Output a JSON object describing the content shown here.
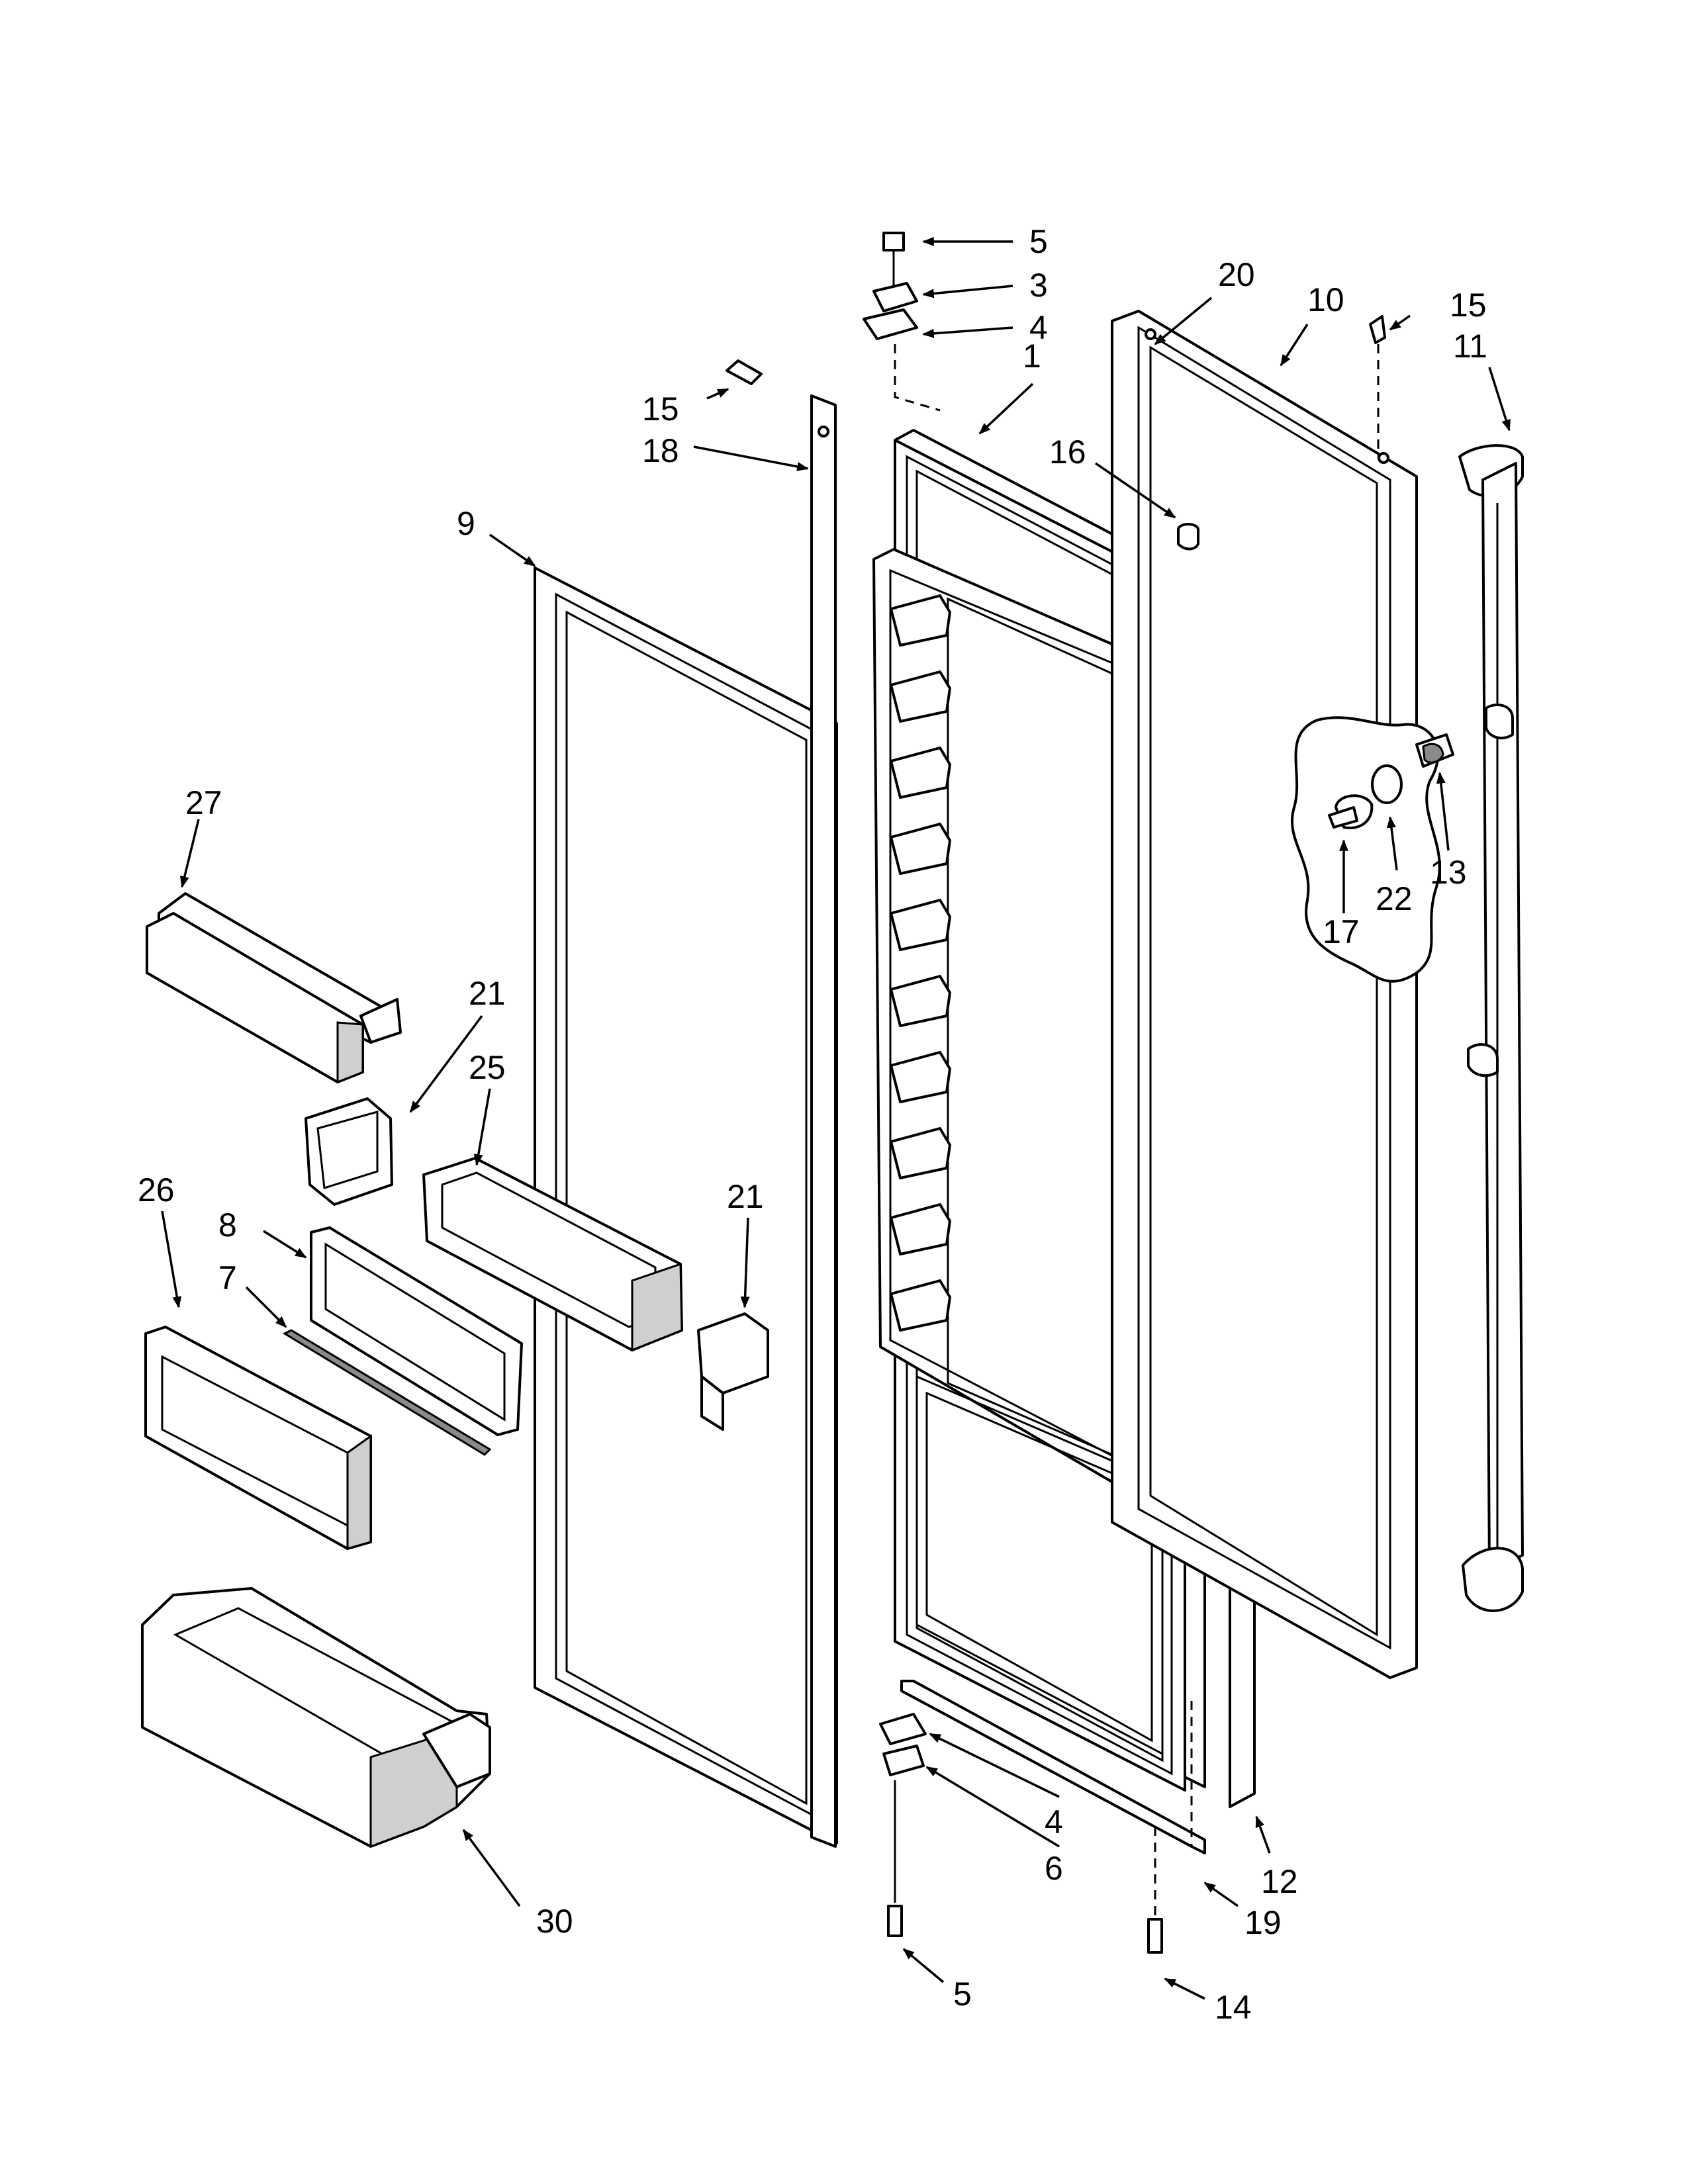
{
  "callouts": [
    {
      "id": "c1",
      "text": "5"
    },
    {
      "id": "c2",
      "text": "3"
    },
    {
      "id": "c3",
      "text": "4"
    },
    {
      "id": "c4",
      "text": "20"
    },
    {
      "id": "c5",
      "text": "10"
    },
    {
      "id": "c6",
      "text": "15"
    },
    {
      "id": "c7",
      "text": "11"
    },
    {
      "id": "c8",
      "text": "15"
    },
    {
      "id": "c9",
      "text": "1"
    },
    {
      "id": "c10",
      "text": "18"
    },
    {
      "id": "c11",
      "text": "16"
    },
    {
      "id": "c12",
      "text": "9"
    },
    {
      "id": "c13",
      "text": "27"
    },
    {
      "id": "c14",
      "text": "13"
    },
    {
      "id": "c15",
      "text": "22"
    },
    {
      "id": "c16",
      "text": "17"
    },
    {
      "id": "c17",
      "text": "21"
    },
    {
      "id": "c18",
      "text": "25"
    },
    {
      "id": "c19",
      "text": "26"
    },
    {
      "id": "c20",
      "text": "8"
    },
    {
      "id": "c21",
      "text": "21"
    },
    {
      "id": "c22",
      "text": "7"
    },
    {
      "id": "c23",
      "text": "4"
    },
    {
      "id": "c24",
      "text": "6"
    },
    {
      "id": "c25",
      "text": "12"
    },
    {
      "id": "c26",
      "text": "19"
    },
    {
      "id": "c27",
      "text": "30"
    },
    {
      "id": "c28",
      "text": "5"
    },
    {
      "id": "c29",
      "text": "14"
    }
  ]
}
